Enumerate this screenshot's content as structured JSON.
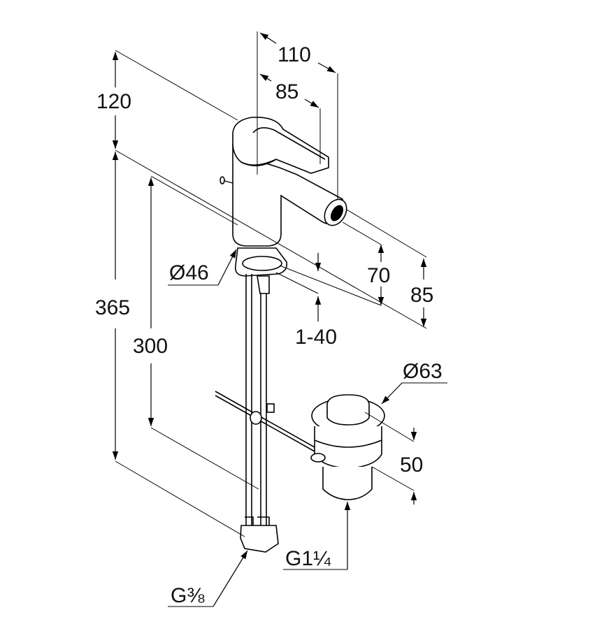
{
  "dimensions": {
    "width_110": "110",
    "width_85": "85",
    "height_120": "120",
    "height_365": "365",
    "height_300": "300",
    "height_70": "70",
    "height_85": "85",
    "range_1_40": "1-40",
    "dia_46": "Ø46",
    "dia_63": "Ø63",
    "height_50": "50",
    "thread_g114": "G1¼",
    "thread_g38": "G⅜"
  }
}
